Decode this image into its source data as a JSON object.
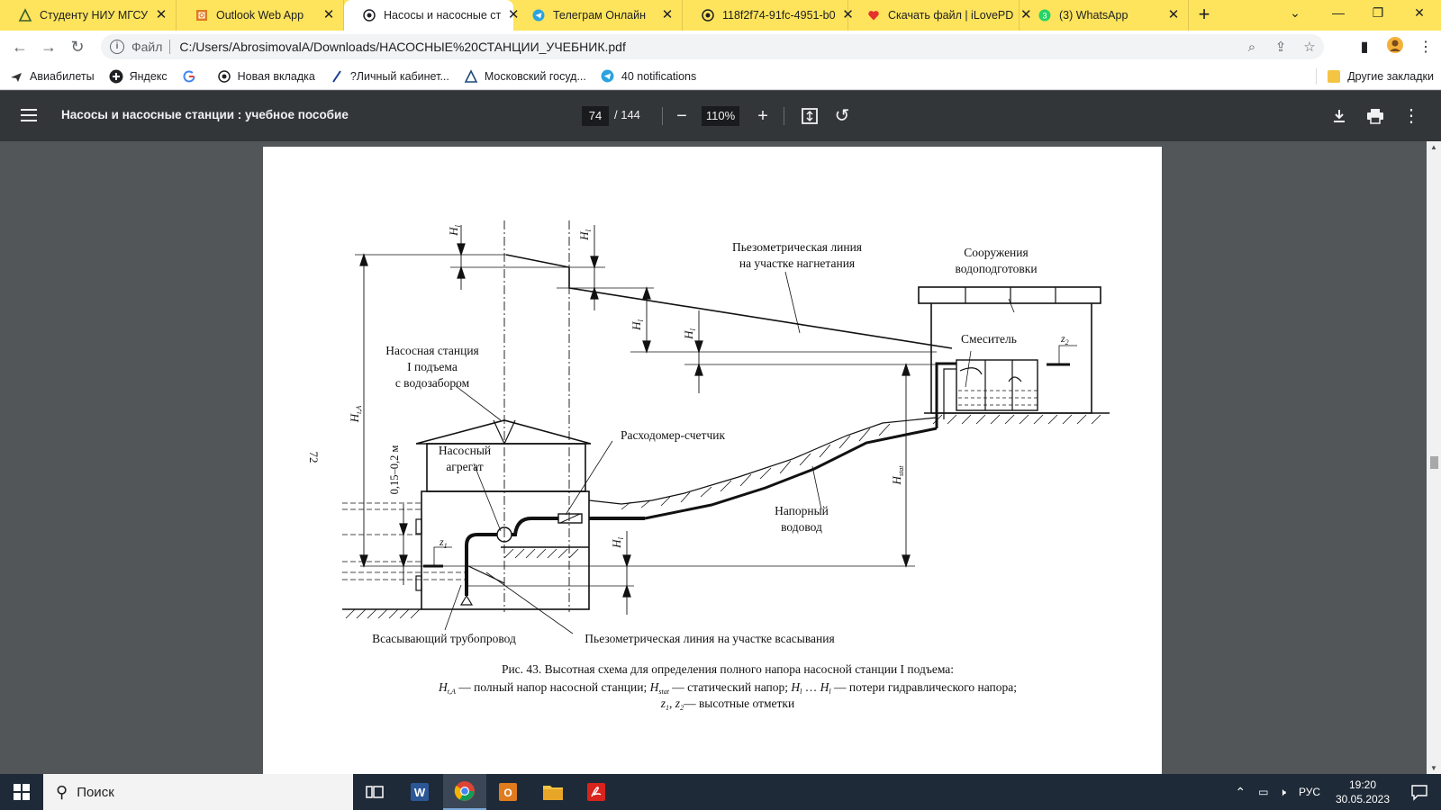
{
  "browser": {
    "tabs": [
      {
        "title": "Студенту НИУ МГСУ",
        "icon": "triangle-logo-icon",
        "active": false
      },
      {
        "title": "Outlook Web App",
        "icon": "outlook-icon",
        "active": false
      },
      {
        "title": "Насосы и насосные ст",
        "icon": "globe-icon",
        "active": true
      },
      {
        "title": "Телеграм Онлайн",
        "icon": "telegram-icon",
        "active": false
      },
      {
        "title": "118f2f74-91fc-4951-b0",
        "icon": "globe-icon",
        "active": false
      },
      {
        "title": "Скачать файл | iLovePD",
        "icon": "heart-icon",
        "active": false
      },
      {
        "title": "(3) WhatsApp",
        "icon": "whatsapp-icon",
        "active": false
      }
    ],
    "new_tab": "+",
    "address": {
      "file_label": "Файл",
      "url": "C:/Users/AbrosimovalA/Downloads/НАСОСНЫЕ%20СТАНЦИИ_УЧЕБНИК.pdf"
    },
    "bookmarks": [
      {
        "label": "Авиабилеты",
        "icon": "plane-icon"
      },
      {
        "label": "Яндекс",
        "icon": "plus-circle-icon"
      },
      {
        "label": "",
        "icon": "google-icon"
      },
      {
        "label": "Новая вкладка",
        "icon": "globe-icon"
      },
      {
        "label": "?Личный кабинет...",
        "icon": "pen-icon"
      },
      {
        "label": "Московский госуд...",
        "icon": "triangle-logo-icon"
      },
      {
        "label": "40 notifications",
        "icon": "telegram-icon"
      }
    ],
    "other_bookmarks": "Другие закладки"
  },
  "pdf": {
    "title": "Насосы и насосные станции : учебное пособие",
    "current_page": "74",
    "total_pages": "/ 144",
    "zoom": "110%"
  },
  "figure": {
    "page_number": "72",
    "labels": {
      "piezo_discharge_1": "Пьезометрическая линия",
      "piezo_discharge_2": "на участке нагнетания",
      "treatment_1": "Сооружения",
      "treatment_2": "водоподготовки",
      "mixer": "Смеситель",
      "station_1": "Насосная станция",
      "station_2": "I подъема",
      "station_3": "с водозабором",
      "flowmeter": "Расходомер-счетчик",
      "pump_1": "Насосный",
      "pump_2": "агрегат",
      "pipeline_1": "Напорный",
      "pipeline_2": "водовод",
      "suction_pipe": "Всасывающий трубопровод",
      "piezo_suction": "Пьезометрическая линия на участке всасывания",
      "range": "0,15–0,2 м",
      "H_tA": "H",
      "H_tA_sub": "t,A",
      "H_stat": "H",
      "H_stat_sub": "stat",
      "H1": "H",
      "H1_sub": "l",
      "H2": "H",
      "H2_sub": "l",
      "H3": "H",
      "H3_sub": "l",
      "H4": "H",
      "H4_sub": "l",
      "H5": "H",
      "H5_sub": "l",
      "z1": "z",
      "z1_sub": "1",
      "z2": "z",
      "z2_sub": "2"
    },
    "caption_1": "Рис. 43. Высотная схема для определения полного напора насосной станции I подъема:",
    "caption_2a": "H",
    "caption_2a_sub": "t,A",
    "caption_2b": " — полный напор насосной станции; ",
    "caption_2c": "H",
    "caption_2c_sub": "stat",
    "caption_2d": " — статический напор; ",
    "caption_2e": "H",
    "caption_2e_sub": "l",
    "caption_2f": " … ",
    "caption_2g": "H",
    "caption_2g_sub": "l",
    "caption_2h": " — потери гидравлического напора;",
    "caption_3a": "z",
    "caption_3a_sub": "1",
    "caption_3b": ", ",
    "caption_3c": "z",
    "caption_3c_sub": "2",
    "caption_3d": "— высотные отметки"
  },
  "taskbar": {
    "search_placeholder": "Поиск",
    "lang": "РУС",
    "time": "19:20",
    "date": "30.05.2023"
  }
}
